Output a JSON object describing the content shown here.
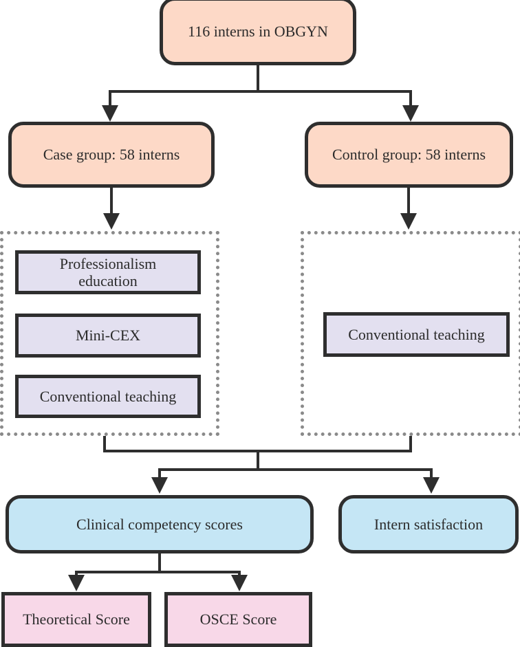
{
  "diagram": {
    "top": {
      "label": "116 interns in OBGYN",
      "color": "#fdd9c7"
    },
    "groups": [
      {
        "label": "Case group: 58 interns",
        "color": "#fdd9c7",
        "interventions": [
          "Professionalism education",
          "Mini-CEX",
          "Conventional teaching"
        ]
      },
      {
        "label": "Control group: 58 interns",
        "color": "#fdd9c7",
        "interventions": [
          "Conventional teaching"
        ]
      }
    ],
    "intervention_color": "#e3e0f0",
    "outcomes": [
      {
        "label": "Clinical competency scores",
        "color": "#c5e6f5",
        "sub_outcomes": [
          {
            "label": "Theoretical Score",
            "color": "#f8d8e8"
          },
          {
            "label": "OSCE Score",
            "color": "#f8d8e8"
          }
        ]
      },
      {
        "label": "Intern satisfaction",
        "color": "#c5e6f5"
      }
    ]
  }
}
